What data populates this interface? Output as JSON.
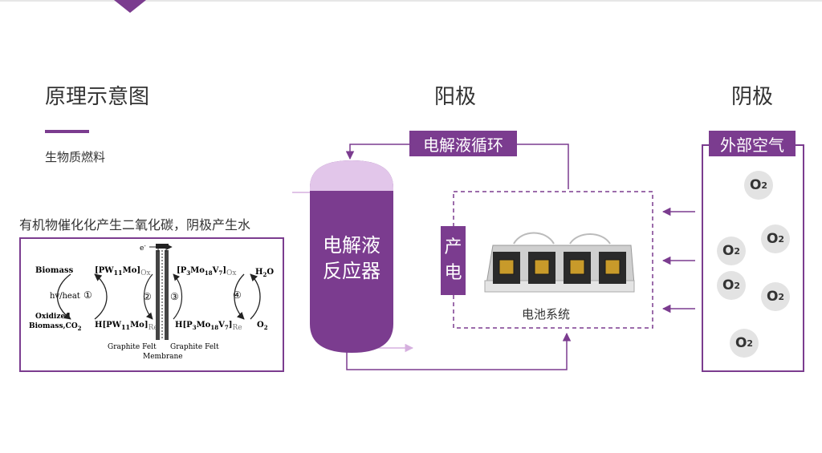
{
  "title": "原理示意图",
  "anode_heading": "阳极",
  "cathode_heading": "阴极",
  "fuel_label": "生物质燃料",
  "catalysis_caption": "有机物催化化产生二氧化碳，阴极产生水",
  "electrolyte_loop_label": "电解液循环",
  "reactor_label": "电解液\n反应器",
  "power_label": "产\n电",
  "battery_label": "电池系统",
  "outside_air_label": "外部空气",
  "o2_symbol": "O",
  "o2_sub": "2",
  "reaction": {
    "biomass": "Biomass",
    "hv_heat": "hv/heat",
    "oxidized": "Oxidized",
    "biomass_co2": "Biomass,CO",
    "co2_sub": "2",
    "step1": "①",
    "step2": "②",
    "step3": "③",
    "step4": "④",
    "pw_ox_main": "[PW",
    "pw_ox_sub": "11",
    "pw_ox_mo": "Mo]",
    "ox": "Ox",
    "re": "Re",
    "h_pw_main": "H[PW",
    "pmov_main": "[P",
    "pmov_p_sub": "3",
    "pmov_mo": "Mo",
    "pmov_mo_sub": "18",
    "pmov_v": "V",
    "pmov_v_sub": "7",
    "h_pmov_main": "H[P",
    "h2o_main": "H",
    "h2o_sub": "2",
    "h2o_o": "O",
    "o2_main": "O",
    "o2_sub": "2",
    "electron": "e",
    "graphite_felt": "Graphite Felt",
    "membrane": "Membrane"
  },
  "colors": {
    "accent": "#7b3c8f",
    "reactor_top": "#e2c6ea",
    "o2_circle": "#e3e3e3"
  }
}
